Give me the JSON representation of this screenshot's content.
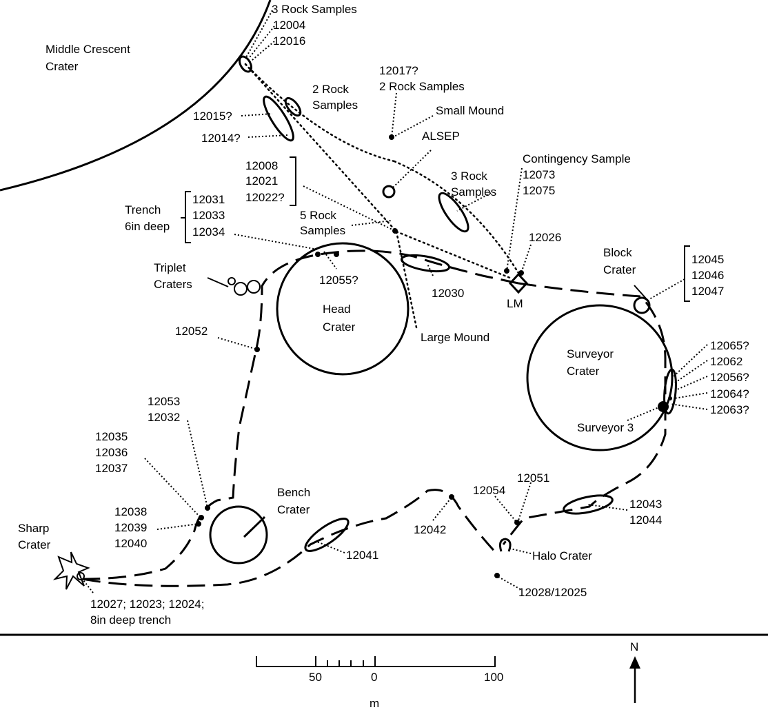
{
  "craters": {
    "middle_crescent": "Middle Crescent Crater",
    "middle_crescent_l1": "Middle Crescent",
    "middle_crescent_l2": "Crater",
    "head_l1": "Head",
    "head_l2": "Crater",
    "surveyor_l1": "Surveyor",
    "surveyor_l2": "Crater",
    "block_l1": "Block",
    "block_l2": "Crater",
    "bench_l1": "Bench",
    "bench_l2": "Crater",
    "sharp_l1": "Sharp",
    "sharp_l2": "Crater",
    "triplet_l1": "Triplet",
    "triplet_l2": "Craters",
    "halo": "Halo Crater"
  },
  "features": {
    "lm": "LM",
    "alsep": "ALSEP",
    "small_mound": "Small Mound",
    "large_mound": "Large Mound",
    "surveyor3": "Surveyor 3",
    "contingency": "Contingency Sample",
    "trench_l1": "Trench",
    "trench_l2": "6in deep"
  },
  "samples": {
    "three_rock_top": "3 Rock Samples",
    "s12004": "12004",
    "s12016": "12016",
    "two_rock_l1": "2 Rock",
    "two_rock_l2": "Samples",
    "s12017": "12017?",
    "two_rock_samples": "2 Rock Samples",
    "s12015": "12015?",
    "s12014": "12014?",
    "s12008": "12008",
    "s12021": "12021",
    "s12022": "12022?",
    "s12031": "12031",
    "s12033": "12033",
    "s12034": "12034",
    "five_rock_l1": "5 Rock",
    "five_rock_l2": "Samples",
    "three_rock_l1": "3 Rock",
    "three_rock_l2": "Samples",
    "s12073": "12073",
    "s12075": "12075",
    "s12026": "12026",
    "s12055": "12055?",
    "s12030": "12030",
    "s12045": "12045",
    "s12046": "12046",
    "s12047": "12047",
    "s12052": "12052",
    "s12065": "12065?",
    "s12062": "12062",
    "s12056": "12056?",
    "s12064": "12064?",
    "s12063": "12063?",
    "s12053": "12053",
    "s12032": "12032",
    "s12035": "12035",
    "s12036": "12036",
    "s12037": "12037",
    "s12051": "12051",
    "s12054": "12054",
    "s12038": "12038",
    "s12039": "12039",
    "s12040": "12040",
    "s12043": "12043",
    "s12044": "12044",
    "s12042": "12042",
    "s12041": "12041",
    "s12027_l1": "12027; 12023; 12024;",
    "s12027_l2": "8in deep trench",
    "s12028": "12028/12025"
  },
  "scale": {
    "label_50": "50",
    "label_0": "0",
    "label_100": "100",
    "unit": "m"
  },
  "north": "N"
}
